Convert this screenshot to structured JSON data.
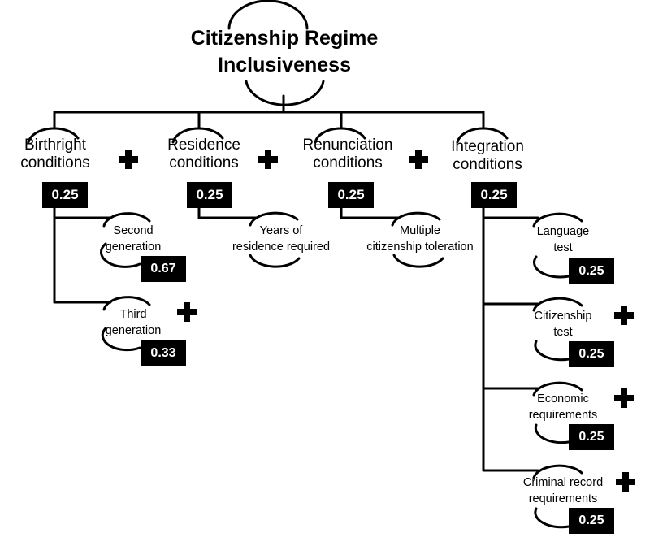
{
  "title": "Citizenship Regime\nInclusiveness",
  "categories": [
    {
      "label": "Birthright\nconditions",
      "weight": "0.25"
    },
    {
      "label": "Residence\nconditions",
      "weight": "0.25"
    },
    {
      "label": "Renunciation\nconditions",
      "weight": "0.25"
    },
    {
      "label": "Integration\nconditions",
      "weight": "0.25"
    }
  ],
  "birthright_items": [
    {
      "label": "Second\ngeneration",
      "weight": "0.67"
    },
    {
      "label": "Third\ngeneration",
      "weight": "0.33"
    }
  ],
  "residence_items": [
    {
      "label": "Years of\nresidence required"
    }
  ],
  "renunciation_items": [
    {
      "label": "Multiple\ncitizenship toleration"
    }
  ],
  "integration_items": [
    {
      "label": "Language\ntest",
      "weight": "0.25"
    },
    {
      "label": "Citizenship\ntest",
      "weight": "0.25"
    },
    {
      "label": "Economic\nrequirements",
      "weight": "0.25"
    },
    {
      "label": "Criminal record\nrequirements",
      "weight": "0.25"
    }
  ],
  "colors": {
    "line": "#000000",
    "box": "#000000",
    "box_text": "#ffffff"
  },
  "icons": {
    "operator": "plus-icon"
  }
}
